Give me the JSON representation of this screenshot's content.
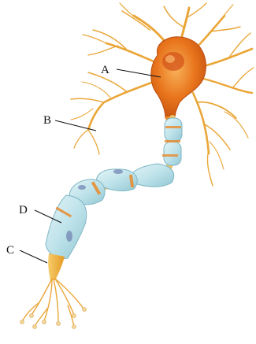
{
  "diagram": {
    "labels": {
      "a": "A",
      "b": "B",
      "c": "C",
      "d": "D"
    }
  },
  "colors": {
    "soma": "#e8741c",
    "soma_light": "#f6a24a",
    "soma_dark": "#b84a0e",
    "nucleus": "#d85a14",
    "dendrite": "#f0b040",
    "dendrite_dark": "#d8902a",
    "myelin": "#bfe3ea",
    "myelin_edge": "#7fb6c4",
    "node": "#e88a2a",
    "axon_core": "#eac26a",
    "terminal": "#f0b43a",
    "bouton": "#f3d79a",
    "leader": "#111111"
  }
}
